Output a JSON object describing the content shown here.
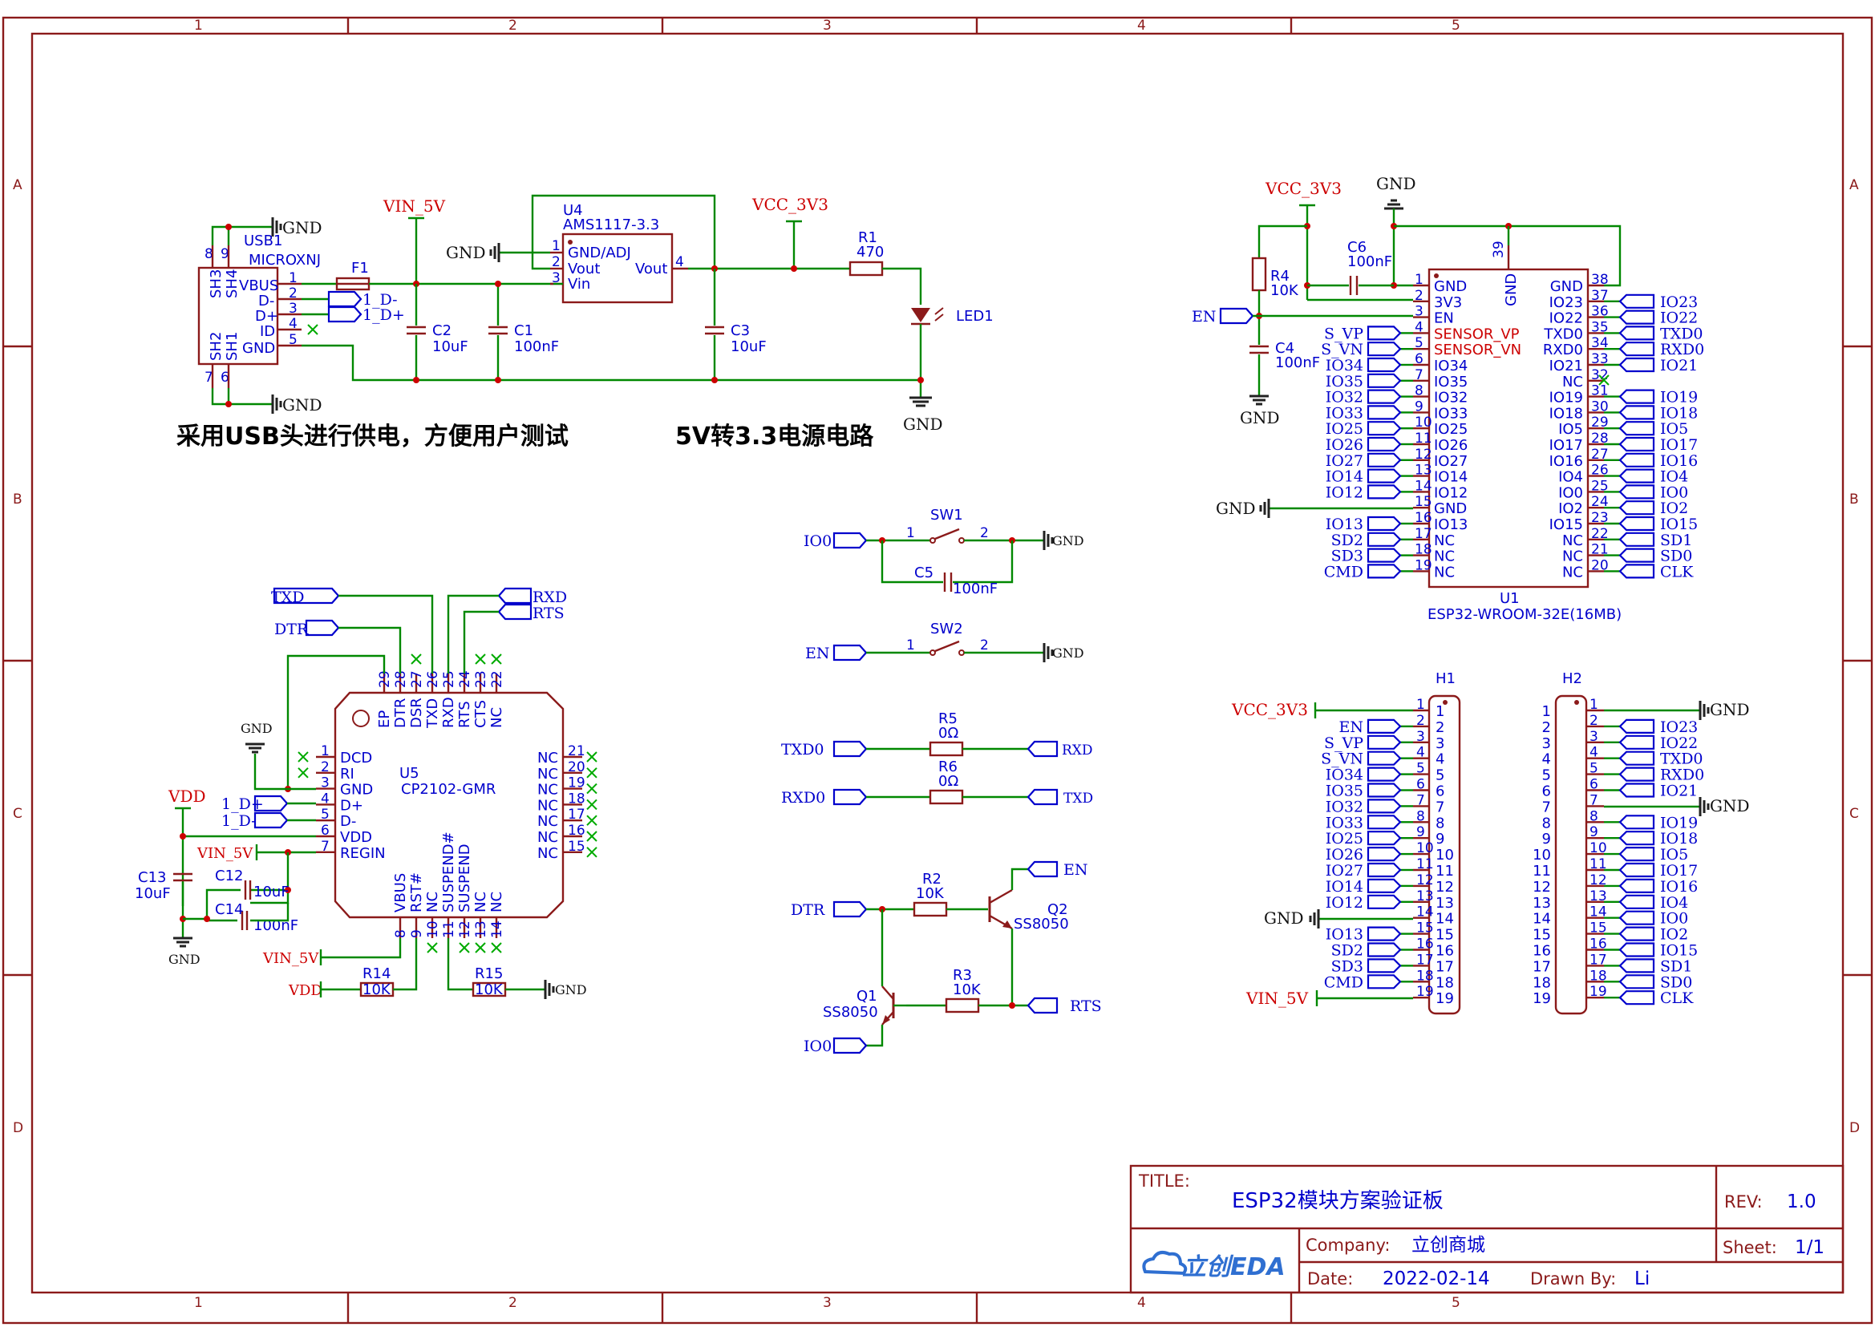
{
  "frame": {
    "columns": [
      "1",
      "2",
      "3",
      "4",
      "5"
    ],
    "rows": [
      "A",
      "B",
      "C",
      "D"
    ]
  },
  "notes": {
    "usb_power": "采用USB头进行供电，方便用户测试",
    "regulator": "5V转3.3电源电路"
  },
  "nets": {
    "vin_5v": "VIN_5V",
    "vcc_3v3": "VCC_3V3",
    "gnd": "GND",
    "vdd": "VDD",
    "en": "EN",
    "io0": "IO0",
    "txd": "TXD",
    "dtr": "DTR",
    "rxd": "RXD",
    "rts": "RTS",
    "txd0": "TXD0",
    "rxd0": "RXD0",
    "d_minus": "1_D-",
    "d_plus": "1_D+"
  },
  "components": {
    "usb1": {
      "ref": "USB1",
      "value": "MICROXNJ",
      "pins_left": [
        "SH3",
        "SH4",
        "SH2",
        "SH1"
      ],
      "pins_right": [
        "VBUS",
        "D-",
        "D+",
        "ID",
        "GND"
      ],
      "pin_numbers": [
        "8",
        "9",
        "1",
        "2",
        "3",
        "4",
        "5",
        "7",
        "6"
      ]
    },
    "f1": {
      "ref": "F1"
    },
    "u4": {
      "ref": "U4",
      "value": "AMS1117-3.3",
      "pins": [
        "GND/ADJ",
        "Vout",
        "Vin",
        "Vout"
      ],
      "pin_numbers": [
        "1",
        "2",
        "3",
        "4"
      ]
    },
    "c2": {
      "ref": "C2",
      "value": "10uF"
    },
    "c1": {
      "ref": "C1",
      "value": "100nF"
    },
    "c3": {
      "ref": "C3",
      "value": "10uF"
    },
    "r1": {
      "ref": "R1",
      "value": "470"
    },
    "led1": {
      "ref": "LED1"
    },
    "r4": {
      "ref": "R4",
      "value": "10K"
    },
    "c6": {
      "ref": "C6",
      "value": "100nF"
    },
    "c4": {
      "ref": "C4",
      "value": "100nF"
    },
    "sw1": {
      "ref": "SW1"
    },
    "sw2": {
      "ref": "SW2"
    },
    "c5": {
      "ref": "C5",
      "value": "100nF"
    },
    "r5": {
      "ref": "R5",
      "value": "0Ω"
    },
    "r6": {
      "ref": "R6",
      "value": "0Ω"
    },
    "r2": {
      "ref": "R2",
      "value": "10K"
    },
    "r3": {
      "ref": "R3",
      "value": "10K"
    },
    "q1": {
      "ref": "Q1",
      "value": "SS8050"
    },
    "q2": {
      "ref": "Q2",
      "value": "SS8050"
    },
    "u5": {
      "ref": "U5",
      "value": "CP2102-GMR"
    },
    "c13": {
      "ref": "C13",
      "value": "10uF"
    },
    "c12": {
      "ref": "C12",
      "value": "10uF"
    },
    "c14": {
      "ref": "C14",
      "value": "100nF"
    },
    "r14": {
      "ref": "R14",
      "value": "10K"
    },
    "r15": {
      "ref": "R15",
      "value": "10K"
    },
    "u1": {
      "ref": "U1",
      "value": "ESP32-WROOM-32E(16MB)"
    },
    "h1": {
      "ref": "H1"
    },
    "h2": {
      "ref": "H2"
    }
  },
  "u1_left_pins": [
    {
      "n": "1",
      "name": "GND",
      "flag": ""
    },
    {
      "n": "2",
      "name": "3V3",
      "flag": ""
    },
    {
      "n": "3",
      "name": "EN",
      "flag": ""
    },
    {
      "n": "4",
      "name": "SENSOR_VP",
      "flag": "S_VP"
    },
    {
      "n": "5",
      "name": "SENSOR_VN",
      "flag": "S_VN"
    },
    {
      "n": "6",
      "name": "IO34",
      "flag": "IO34"
    },
    {
      "n": "7",
      "name": "IO35",
      "flag": "IO35"
    },
    {
      "n": "8",
      "name": "IO32",
      "flag": "IO32"
    },
    {
      "n": "9",
      "name": "IO33",
      "flag": "IO33"
    },
    {
      "n": "10",
      "name": "IO25",
      "flag": "IO25"
    },
    {
      "n": "11",
      "name": "IO26",
      "flag": "IO26"
    },
    {
      "n": "12",
      "name": "IO27",
      "flag": "IO27"
    },
    {
      "n": "13",
      "name": "IO14",
      "flag": "IO14"
    },
    {
      "n": "14",
      "name": "IO12",
      "flag": "IO12"
    },
    {
      "n": "15",
      "name": "GND",
      "flag": ""
    },
    {
      "n": "16",
      "name": "IO13",
      "flag": "IO13"
    },
    {
      "n": "17",
      "name": "NC",
      "flag": "SD2"
    },
    {
      "n": "18",
      "name": "NC",
      "flag": "SD3"
    },
    {
      "n": "19",
      "name": "NC",
      "flag": "CMD"
    }
  ],
  "u1_right_pins": [
    {
      "n": "38",
      "name": "GND",
      "flag": ""
    },
    {
      "n": "37",
      "name": "IO23",
      "flag": "IO23"
    },
    {
      "n": "36",
      "name": "IO22",
      "flag": "IO22"
    },
    {
      "n": "35",
      "name": "TXD0",
      "flag": "TXD0"
    },
    {
      "n": "34",
      "name": "RXD0",
      "flag": "RXD0"
    },
    {
      "n": "33",
      "name": "IO21",
      "flag": "IO21"
    },
    {
      "n": "32",
      "name": "NC",
      "flag": ""
    },
    {
      "n": "31",
      "name": "IO19",
      "flag": "IO19"
    },
    {
      "n": "30",
      "name": "IO18",
      "flag": "IO18"
    },
    {
      "n": "29",
      "name": "IO5",
      "flag": "IO5"
    },
    {
      "n": "28",
      "name": "IO17",
      "flag": "IO17"
    },
    {
      "n": "27",
      "name": "IO16",
      "flag": "IO16"
    },
    {
      "n": "26",
      "name": "IO4",
      "flag": "IO4"
    },
    {
      "n": "25",
      "name": "IO0",
      "flag": "IO0"
    },
    {
      "n": "24",
      "name": "IO2",
      "flag": "IO2"
    },
    {
      "n": "23",
      "name": "IO15",
      "flag": "IO15"
    },
    {
      "n": "22",
      "name": "NC",
      "flag": "SD1"
    },
    {
      "n": "21",
      "name": "NC",
      "flag": "SD0"
    },
    {
      "n": "20",
      "name": "NC",
      "flag": "CLK"
    }
  ],
  "u1_bottom_pin": {
    "n": "39",
    "name": "GND"
  },
  "u5_left_pins": [
    {
      "n": "1",
      "name": "DCD"
    },
    {
      "n": "2",
      "name": "RI"
    },
    {
      "n": "3",
      "name": "GND"
    },
    {
      "n": "4",
      "name": "D+"
    },
    {
      "n": "5",
      "name": "D-"
    },
    {
      "n": "6",
      "name": "VDD"
    },
    {
      "n": "7",
      "name": "REGIN"
    }
  ],
  "u5_right_pins": [
    {
      "n": "21",
      "name": "NC"
    },
    {
      "n": "20",
      "name": "NC"
    },
    {
      "n": "19",
      "name": "NC"
    },
    {
      "n": "18",
      "name": "NC"
    },
    {
      "n": "17",
      "name": "NC"
    },
    {
      "n": "16",
      "name": "NC"
    },
    {
      "n": "15",
      "name": "NC"
    }
  ],
  "u5_top_pins": [
    {
      "n": "29",
      "name": "EP"
    },
    {
      "n": "28",
      "name": "DTR"
    },
    {
      "n": "27",
      "name": "DSR"
    },
    {
      "n": "26",
      "name": "TXD"
    },
    {
      "n": "25",
      "name": "RXD"
    },
    {
      "n": "24",
      "name": "RTS"
    },
    {
      "n": "23",
      "name": "CTS"
    },
    {
      "n": "22",
      "name": "NC"
    }
  ],
  "u5_bottom_pins": [
    {
      "n": "8",
      "name": "VBUS"
    },
    {
      "n": "9",
      "name": "RST#"
    },
    {
      "n": "10",
      "name": "NC"
    },
    {
      "n": "11",
      "name": "SUSPEND#"
    },
    {
      "n": "12",
      "name": "SUSPEND"
    },
    {
      "n": "13",
      "name": "NC"
    },
    {
      "n": "14",
      "name": "NC"
    }
  ],
  "h1_flags": [
    "",
    "EN",
    "S_VP",
    "S_VN",
    "IO34",
    "IO35",
    "IO32",
    "IO33",
    "IO25",
    "IO26",
    "IO27",
    "IO14",
    "IO12",
    "",
    "IO13",
    "SD2",
    "SD3",
    "CMD",
    ""
  ],
  "h2_flags": [
    "",
    "IO23",
    "IO22",
    "TXD0",
    "RXD0",
    "IO21",
    "",
    "IO19",
    "IO18",
    "IO5",
    "IO17",
    "IO16",
    "IO4",
    "IO0",
    "IO2",
    "IO15",
    "SD1",
    "SD0",
    "CLK"
  ],
  "pin_numbers_19": [
    "1",
    "2",
    "3",
    "4",
    "5",
    "6",
    "7",
    "8",
    "9",
    "10",
    "11",
    "12",
    "13",
    "14",
    "15",
    "16",
    "17",
    "18",
    "19"
  ],
  "title_block": {
    "title_label": "TITLE:",
    "title": "ESP32模块方案验证板",
    "rev_label": "REV:",
    "rev": "1.0",
    "company_label": "Company:",
    "company": "立创商城",
    "sheet_label": "Sheet:",
    "sheet": "1/1",
    "date_label": "Date:",
    "date": "2022-02-14",
    "drawn_label": "Drawn By:",
    "drawn_by": "Li",
    "logo_text": "立创EDA"
  },
  "colors": {
    "border": "#8b1a1a",
    "wire": "#008800",
    "label": "#0000cc",
    "net_power": "#cc0000",
    "junction": "#cc0000"
  }
}
